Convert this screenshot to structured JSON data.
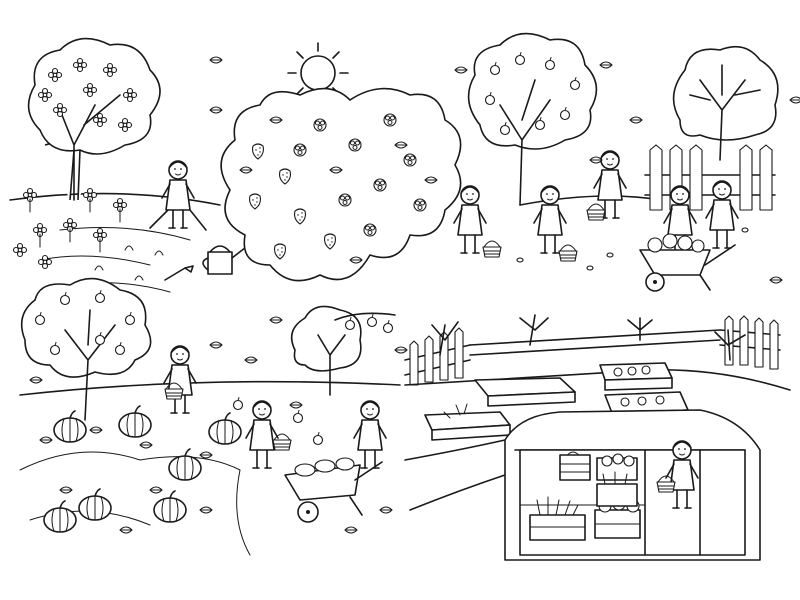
{
  "canvas": {
    "background": "#ffffff",
    "line_color": "#1a1a1a"
  },
  "panels": [
    {
      "name": "spring-summer-garden",
      "position": "top"
    },
    {
      "name": "autumn-pumpkin-field",
      "position": "bottom-left"
    },
    {
      "name": "vegetable-beds-and-cellar",
      "position": "bottom-right"
    }
  ]
}
